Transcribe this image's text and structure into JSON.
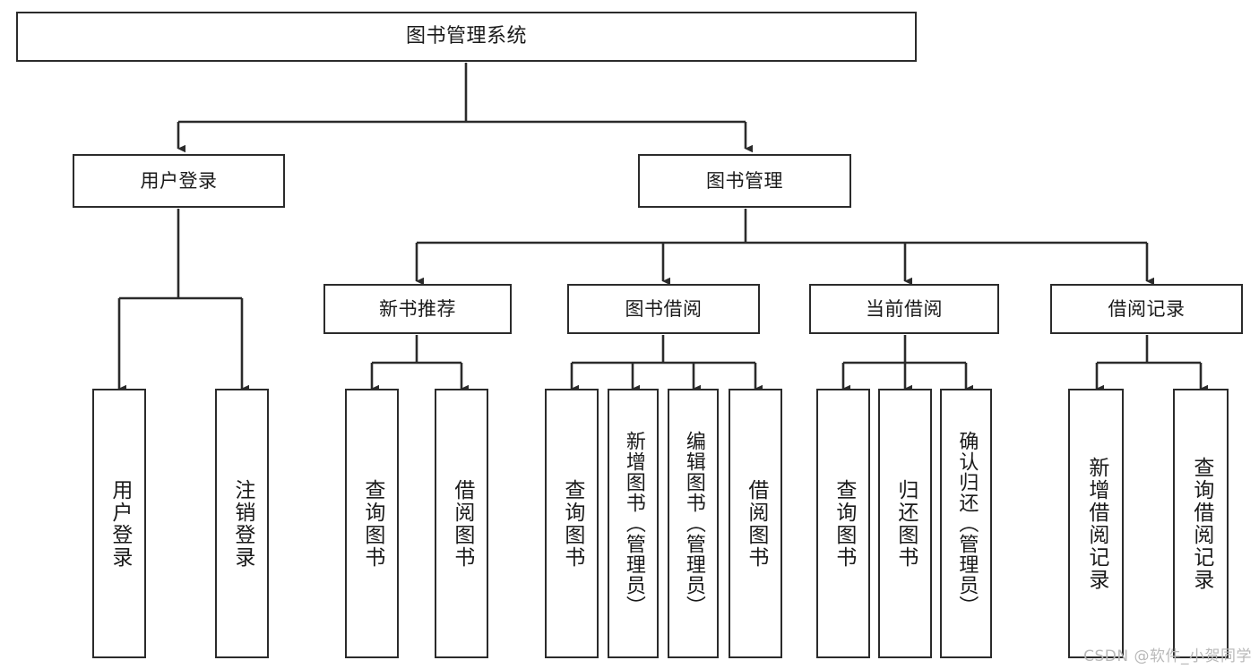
{
  "diagram": {
    "type": "tree",
    "title": "图书管理系统",
    "orientation": "top-down",
    "line_color": "#2b2b2b",
    "box_fill": "#ffffff",
    "text_color": "#1a1a1a",
    "background": "#ffffff"
  },
  "root": {
    "label": "图书管理系统"
  },
  "level2": {
    "user_login": {
      "label": "用户登录"
    },
    "book_manage": {
      "label": "图书管理"
    }
  },
  "level3": {
    "new_book_rec": {
      "label": "新书推荐"
    },
    "book_borrow": {
      "label": "图书借阅"
    },
    "current_borrow": {
      "label": "当前借阅"
    },
    "borrow_record": {
      "label": "借阅记录"
    }
  },
  "leaves": {
    "user_login": [
      {
        "label": "用户登录"
      },
      {
        "label": "注销登录"
      }
    ],
    "new_book_rec": [
      {
        "label": "查询图书"
      },
      {
        "label": "借阅图书"
      }
    ],
    "book_borrow": [
      {
        "label": "查询图书"
      },
      {
        "label": "新增图书（管理员）"
      },
      {
        "label": "编辑图书（管理员）"
      },
      {
        "label": "借阅图书"
      }
    ],
    "current_borrow": [
      {
        "label": "查询图书"
      },
      {
        "label": "归还图书"
      },
      {
        "label": "确认归还（管理员）"
      }
    ],
    "borrow_record": [
      {
        "label": "新增借阅记录"
      },
      {
        "label": "查询借阅记录"
      }
    ]
  },
  "watermark": {
    "text": "CSDN @软件_小贺同学",
    "color": "#b9b9b9"
  }
}
